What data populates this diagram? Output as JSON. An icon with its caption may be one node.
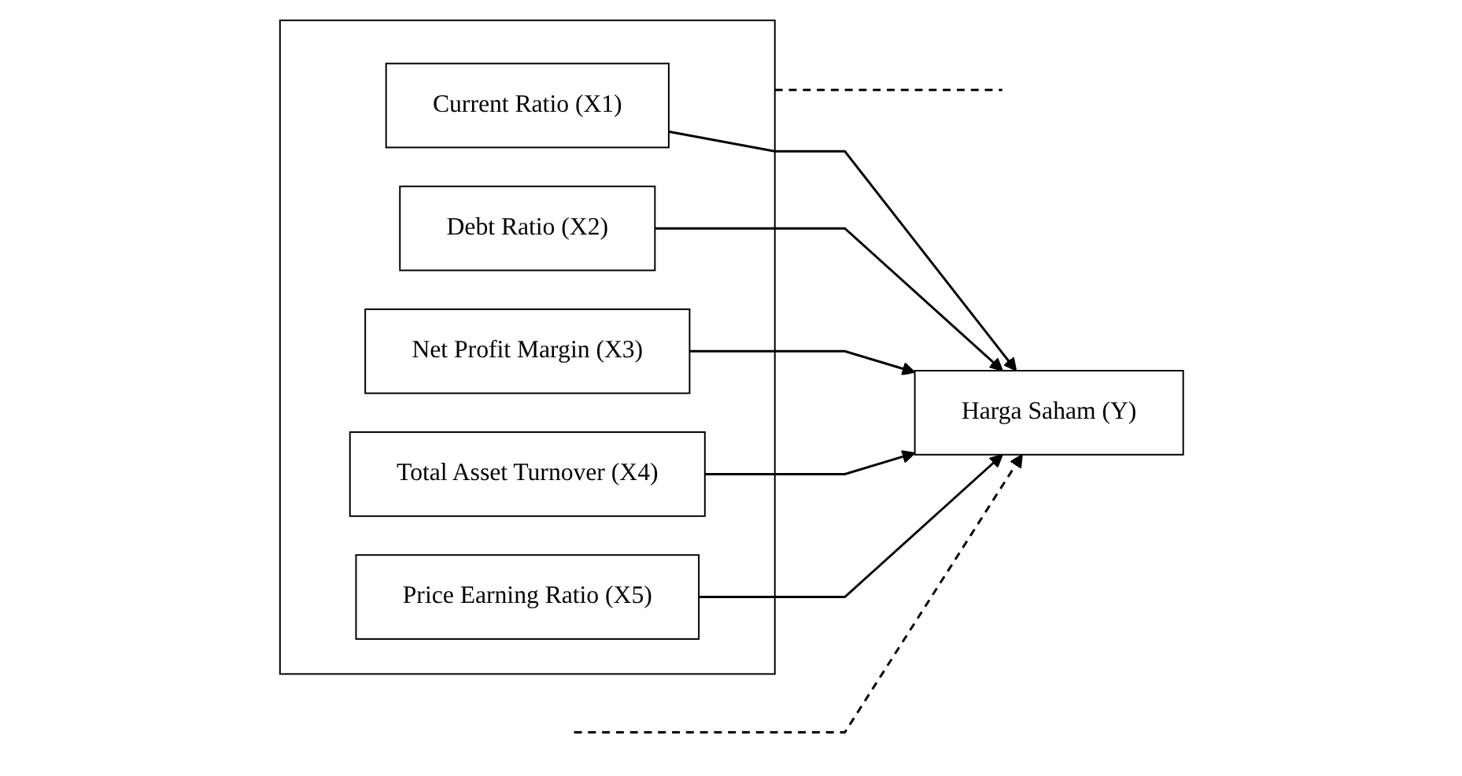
{
  "diagram": {
    "nodes": [
      {
        "text": [],
        "shape": "box"
      },
      {
        "text": [
          "Current Ratio (X1)"
        ],
        "in": 0
      },
      {
        "text": [
          "Debt Ratio (X2)"
        ],
        "in": 0
      },
      {
        "text": [
          "Net Profit Margin (X3)"
        ],
        "in": 0
      },
      {
        "text": [
          "Total Asset Turnover (X4)"
        ],
        "in": 0
      },
      {
        "text": [
          "Price  Earning Ratio (X5)"
        ],
        "in": 0
      },
      {
        "text": [
          "Harga Saham (Y)"
        ]
      }
    ],
    "edges": [
      {
        "from": 1,
        "to": 6,
        "arrow": "to"
      },
      {
        "from": 2,
        "to": 6,
        "arrow": "to"
      },
      {
        "from": 3,
        "to": 6,
        "arrow": "to"
      },
      {
        "from": 4,
        "to": 6,
        "arrow": "to"
      },
      {
        "from": 5,
        "to": 6,
        "arrow": "to"
      },
      {
        "from": 0,
        "to": null,
        "arrow": "none",
        "style": "dashed"
      },
      {
        "from": null,
        "to": 6,
        "arrow": "to",
        "style": "dashed"
      }
    ]
  }
}
